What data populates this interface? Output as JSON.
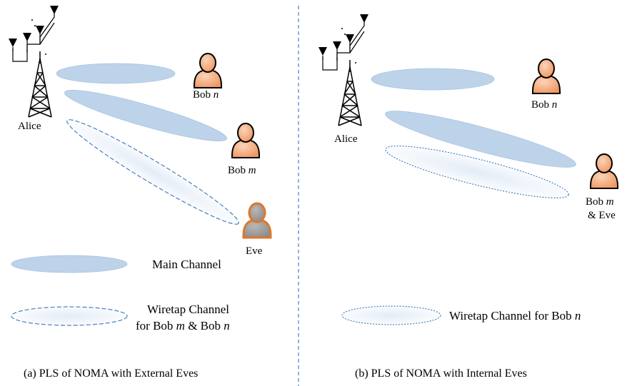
{
  "colors": {
    "main_channel_fill": "#bdd3ea",
    "wiretap_border": "#4a7fc0",
    "user_skin": "#f4ad82",
    "eve_fill": "#999999",
    "eve_border": "#e0762b",
    "divider": "#4a7fc0"
  },
  "panel_a": {
    "alice": "Alice",
    "bob_n": {
      "prefix": "Bob ",
      "var": "n"
    },
    "bob_m": {
      "prefix": "Bob ",
      "var": "m"
    },
    "eve": "Eve",
    "legend_main": "Main Channel",
    "legend_wiretap_line1": "Wiretap Channel",
    "legend_wiretap_line2": {
      "p1": "for Bob ",
      "v1": "m",
      "p2": " & Bob ",
      "v2": "n"
    },
    "caption": "(a) PLS of NOMA with External Eves"
  },
  "panel_b": {
    "alice": "Alice",
    "bob_n": {
      "prefix": "Bob ",
      "var": "n"
    },
    "bob_m_eve_line1": {
      "prefix": "Bob ",
      "var": "m"
    },
    "bob_m_eve_line2": "& Eve",
    "legend_wiretap": {
      "prefix": "Wiretap Channel for Bob ",
      "var": "n"
    },
    "caption": "(b)  PLS of NOMA with Internal Eves"
  },
  "icons": [
    "antenna-tower-icon",
    "user-icon",
    "eavesdropper-icon"
  ]
}
